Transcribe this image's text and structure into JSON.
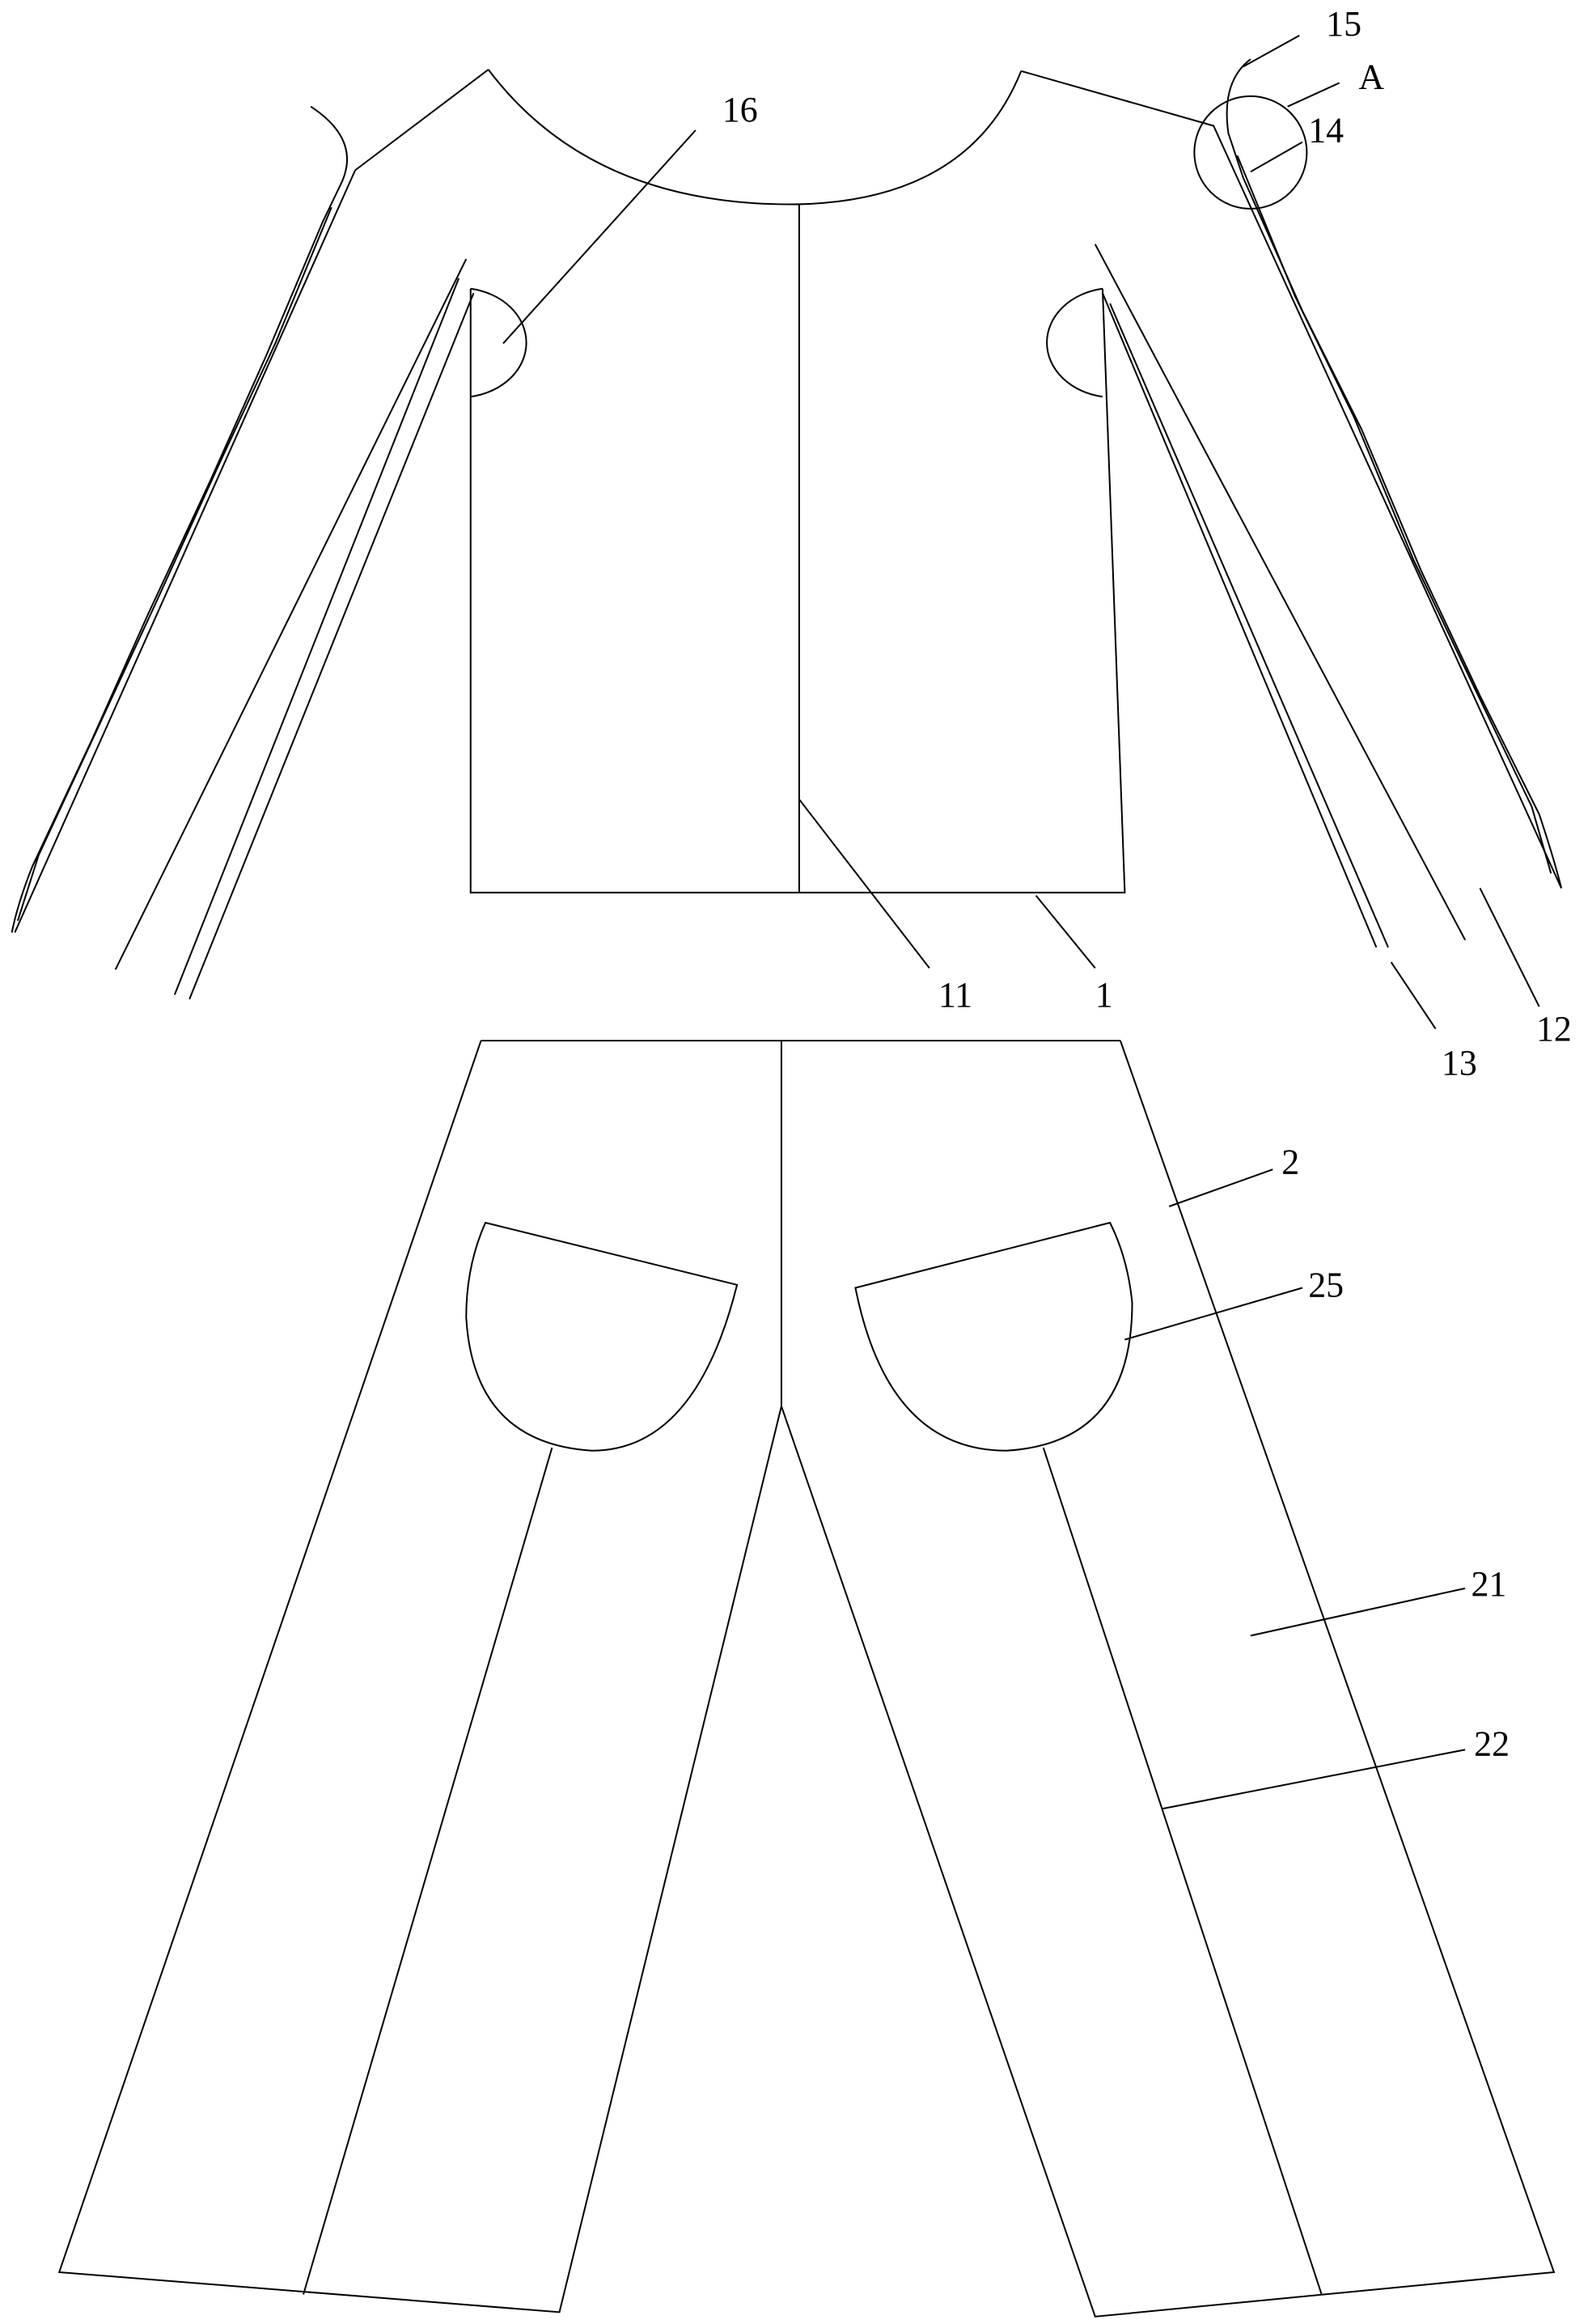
{
  "figure": {
    "labels": {
      "suit_top": "1",
      "front_seam": "11",
      "sleeve_outer": "12",
      "sleeve_inner": "13",
      "drawstring_loop": "14",
      "drawstring": "15",
      "shirt_pocket": "16",
      "detail_callout": "A",
      "trousers": "2",
      "trouser_panel": "21",
      "trouser_stripe": "22",
      "trouser_pocket": "25"
    },
    "line_color": "#000000",
    "background": "#ffffff"
  }
}
